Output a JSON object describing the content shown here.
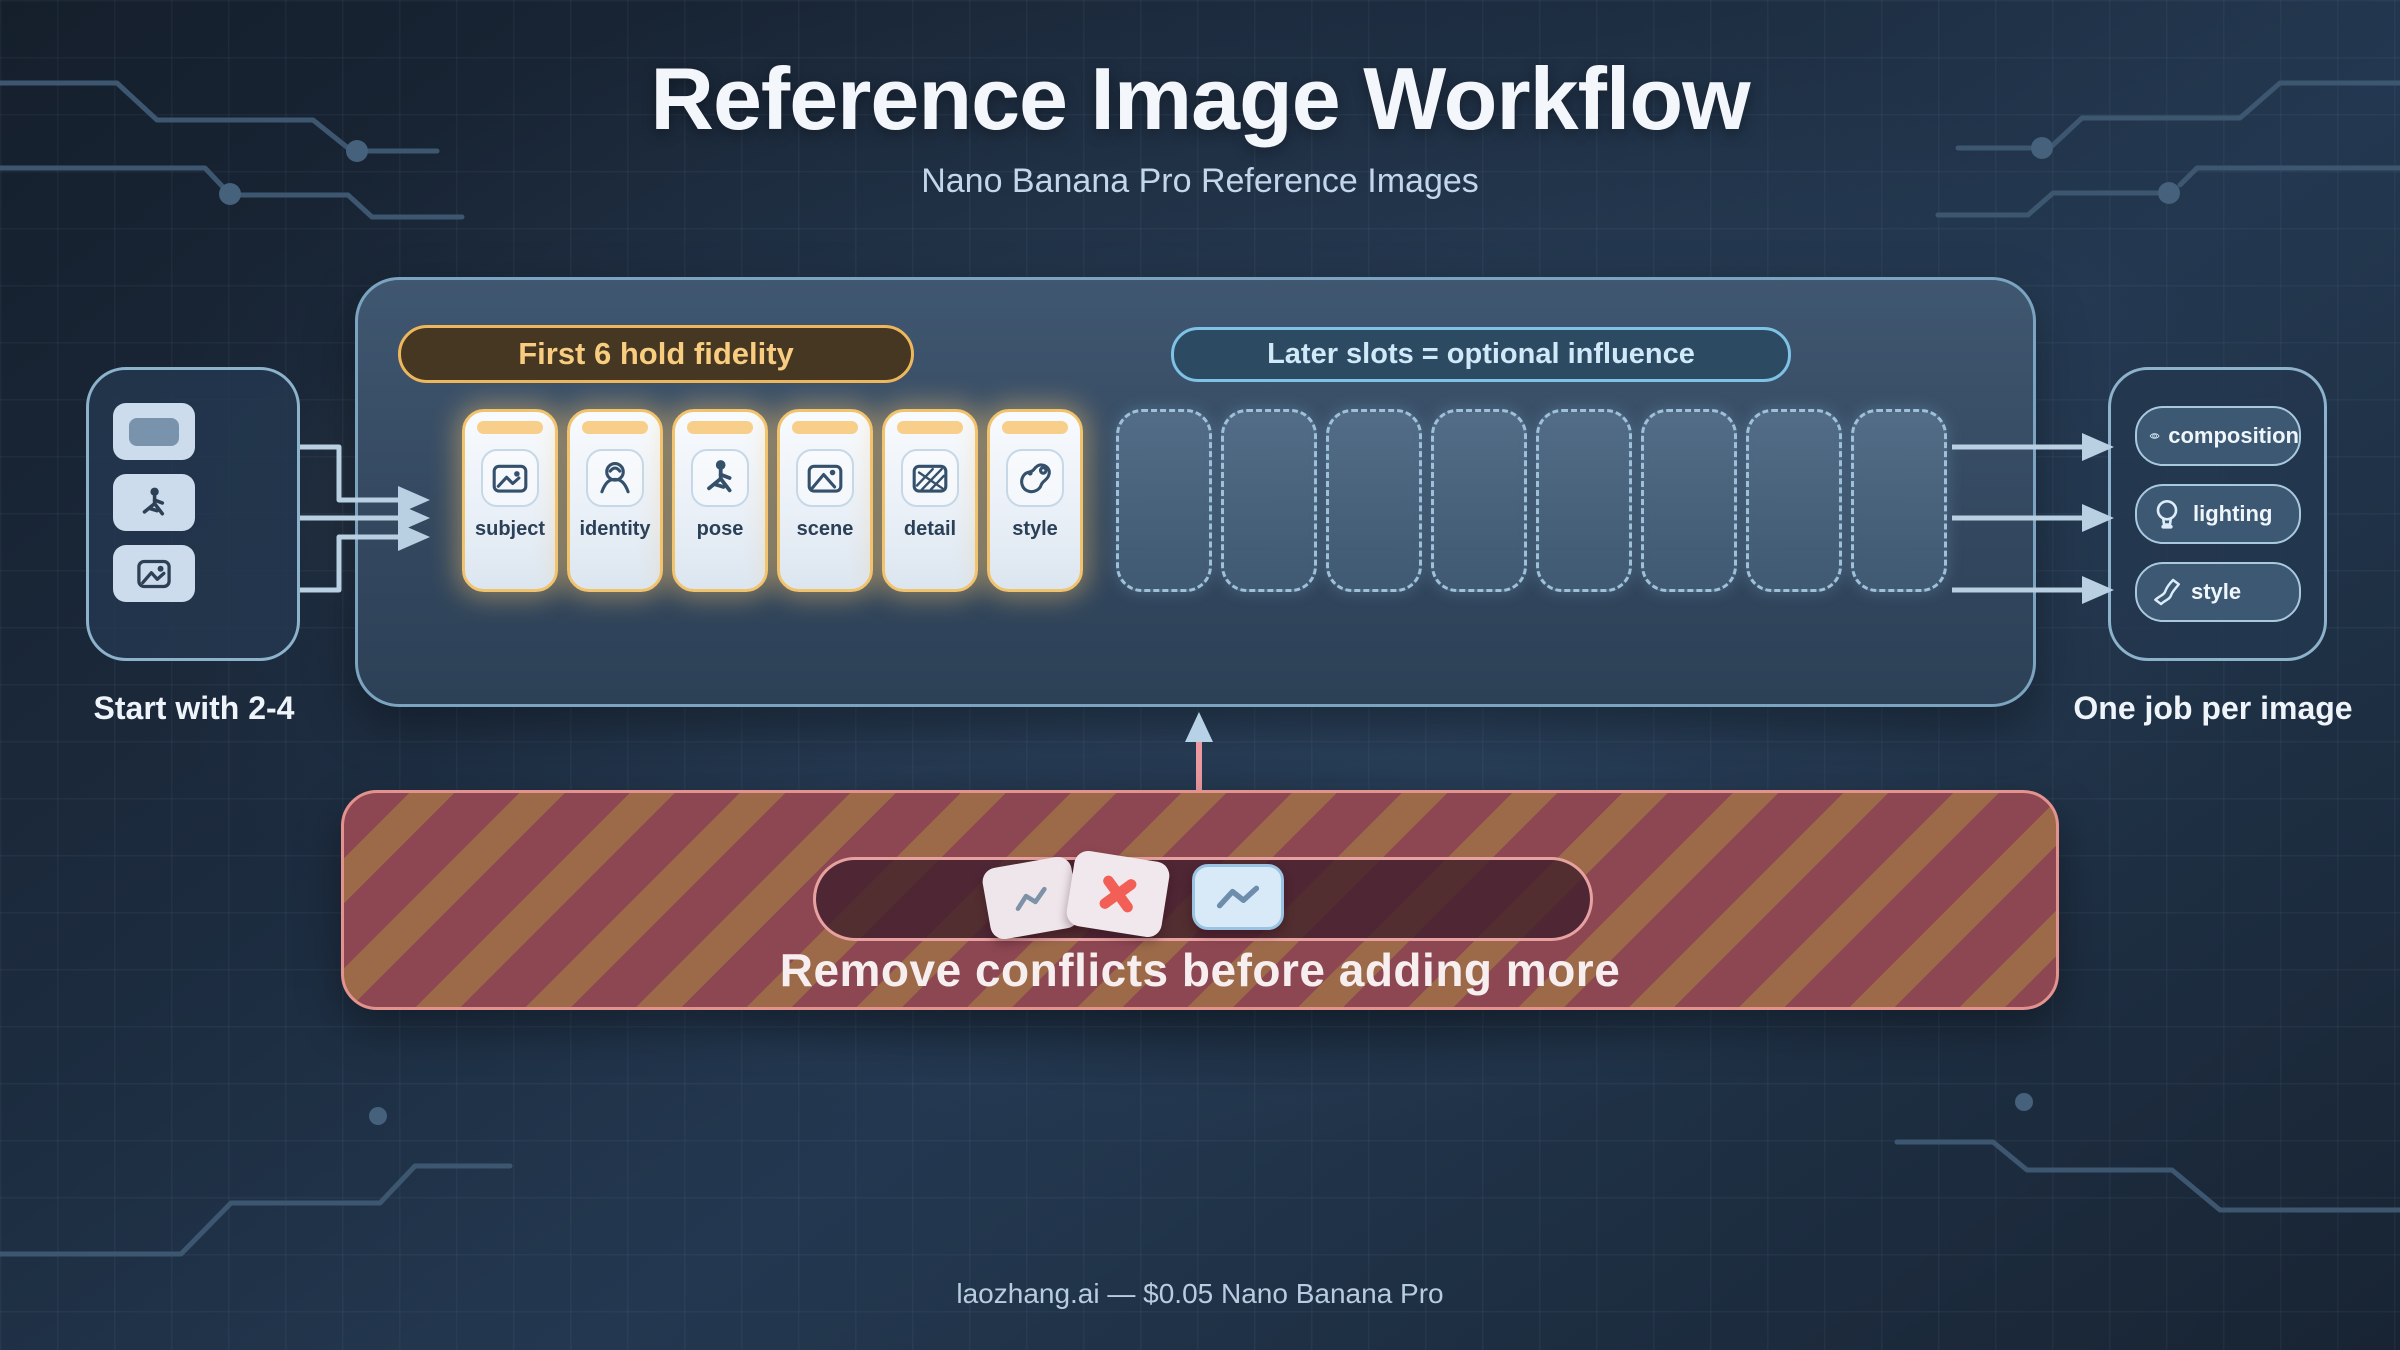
{
  "title": "Reference Image Workflow",
  "subtitle": "Nano Banana Pro Reference Images",
  "panel": {
    "fidelity_badge": "First 6 hold fidelity",
    "influence_badge": "Later slots = optional influence",
    "cards": [
      {
        "label": "subject",
        "icon": "image-icon"
      },
      {
        "label": "identity",
        "icon": "person-icon"
      },
      {
        "label": "pose",
        "icon": "pose-icon"
      },
      {
        "label": "scene",
        "icon": "image-icon"
      },
      {
        "label": "detail",
        "icon": "detail-grid-icon"
      },
      {
        "label": "style",
        "icon": "style-blob-icon"
      }
    ],
    "empty_slot_count": 8
  },
  "left_source": {
    "label": "Start with 2-4",
    "icons": [
      "frame-icon",
      "pose-icon",
      "image-icon"
    ]
  },
  "right_output": {
    "label": "One job per image",
    "buttons": [
      {
        "label": "composition",
        "icon": "eye-icon"
      },
      {
        "label": "lighting",
        "icon": "lightbulb-icon"
      },
      {
        "label": "style",
        "icon": "brush-stroke-icon"
      }
    ]
  },
  "warning": {
    "message": "Remove conflicts before adding more",
    "icons": [
      "reference-card-zigzag-icon",
      "conflict-x-icon",
      "clean-reference-icon"
    ]
  },
  "footer": "laozhang.ai — $0.05 Nano Banana Pro",
  "colors": {
    "background": "#1c2b3e",
    "panel": "#344960",
    "gold_border": "#f2c36d",
    "gold_text": "#f8cd80",
    "blue_badge_border": "#7ec2e6",
    "slot_dash": "#9ec1d9",
    "banner_maroon": "#8d4752",
    "banner_tan": "#9c6a49",
    "banner_border": "#e4928d",
    "conflict_x": "#f15f56",
    "connector": "#b9cfe2"
  }
}
